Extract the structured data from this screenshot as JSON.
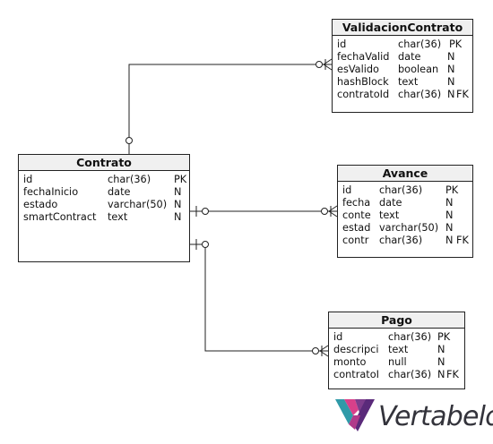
{
  "tables": {
    "validacion": {
      "name": "ValidacionContrato",
      "rows": [
        {
          "name": "id",
          "type": "char(36)",
          "null": "PK",
          "key": ""
        },
        {
          "name": "fechaValid",
          "type": "date",
          "null": "N",
          "key": ""
        },
        {
          "name": "esValido",
          "type": "boolean",
          "null": "N",
          "key": ""
        },
        {
          "name": "hashBlock",
          "type": "text",
          "null": "N",
          "key": ""
        },
        {
          "name": "contratoId",
          "type": "char(36)",
          "null": "N",
          "key": "FK"
        }
      ]
    },
    "contrato": {
      "name": "Contrato",
      "rows": [
        {
          "name": "id",
          "type": "char(36)",
          "null": "PK",
          "key": ""
        },
        {
          "name": "fechaInicio",
          "type": "date",
          "null": "N",
          "key": ""
        },
        {
          "name": "estado",
          "type": "varchar(50)",
          "null": "N",
          "key": ""
        },
        {
          "name": "smartContract",
          "type": "text",
          "null": "N",
          "key": ""
        }
      ]
    },
    "avance": {
      "name": "Avance",
      "rows": [
        {
          "name": "id",
          "type": "char(36)",
          "null": "PK",
          "key": ""
        },
        {
          "name": "fecha",
          "type": "date",
          "null": "N",
          "key": ""
        },
        {
          "name": "conte",
          "type": "text",
          "null": "N",
          "key": ""
        },
        {
          "name": "estad",
          "type": "varchar(50)",
          "null": "N",
          "key": ""
        },
        {
          "name": "contr",
          "type": "char(36)",
          "null": "N",
          "key": "FK"
        }
      ]
    },
    "pago": {
      "name": "Pago",
      "rows": [
        {
          "name": "id",
          "type": "char(36)",
          "null": "PK",
          "key": ""
        },
        {
          "name": "descripci",
          "type": "text",
          "null": "N",
          "key": ""
        },
        {
          "name": "monto",
          "type": "null",
          "null": "N",
          "key": ""
        },
        {
          "name": "contratoI",
          "type": "char(36)",
          "null": "N",
          "key": "FK"
        }
      ]
    }
  },
  "logo": {
    "text": "Vertabelo"
  },
  "colors": {
    "line": "#222222",
    "header_bg": "#f0f0f0",
    "logo_purple": "#7d3c8c",
    "logo_pink": "#d8408a",
    "logo_teal": "#2f9aa8",
    "logo_text": "#33333b"
  }
}
